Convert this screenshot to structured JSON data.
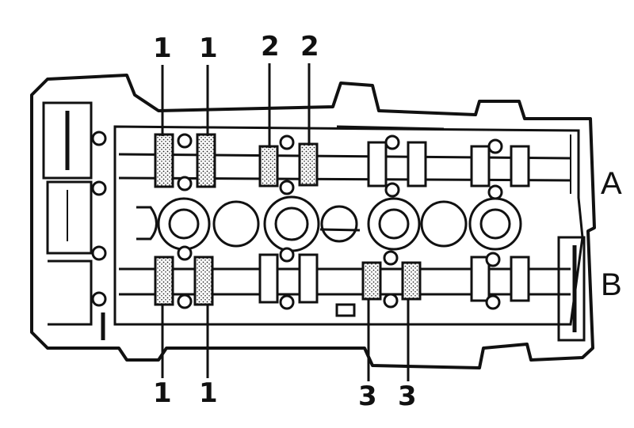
{
  "diagram": {
    "rows": [
      {
        "id": "A",
        "label": "A"
      },
      {
        "id": "B",
        "label": "B"
      }
    ],
    "callouts_top": [
      "1",
      "1",
      "2",
      "2"
    ],
    "callouts_bottom": [
      "1",
      "1",
      "3",
      "3"
    ],
    "colors": {
      "line": "#111111",
      "background": "#ffffff",
      "stipple": "#222222"
    }
  }
}
